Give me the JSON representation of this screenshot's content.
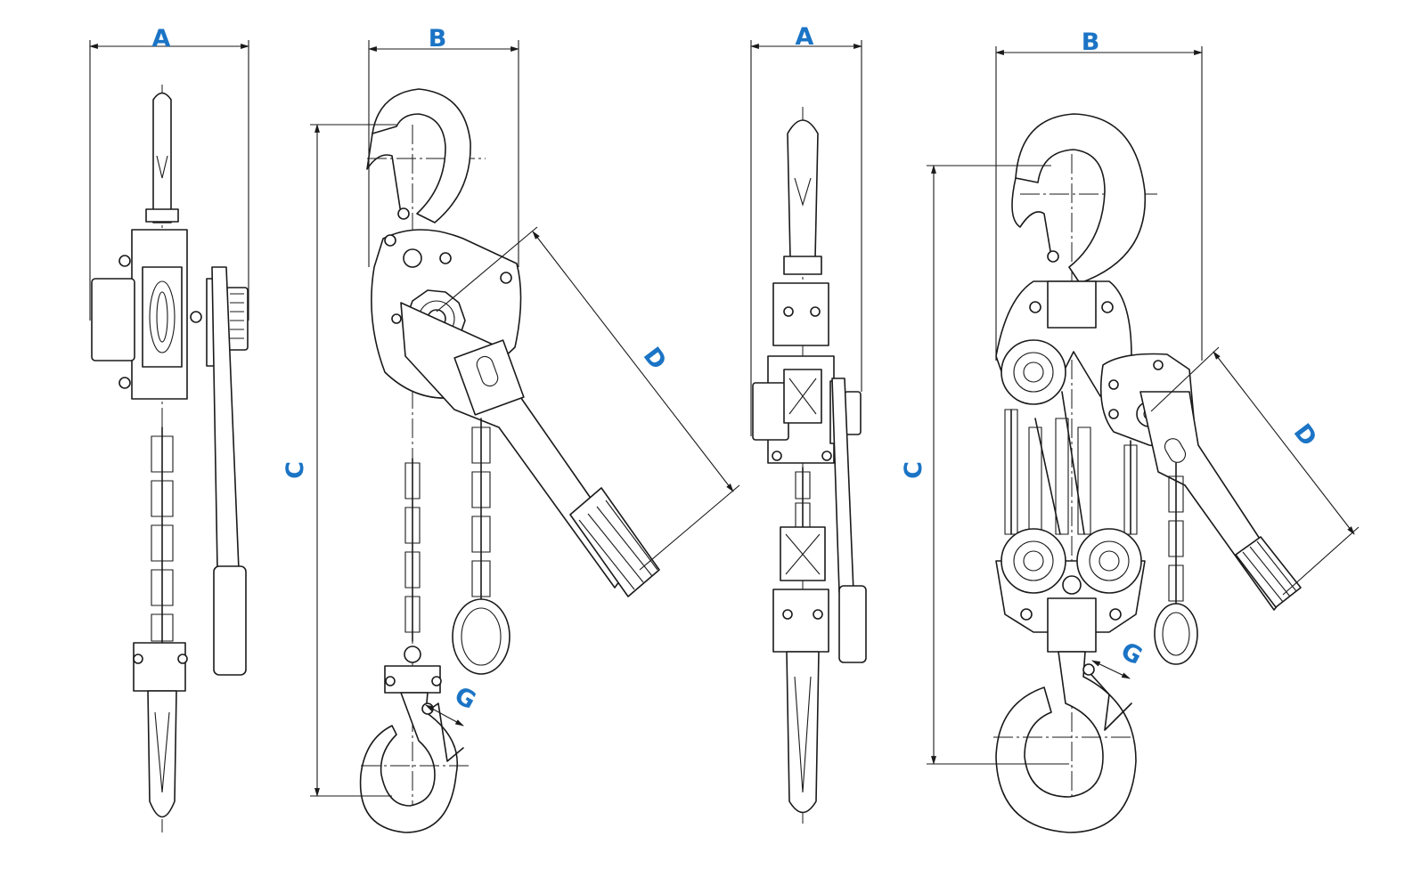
{
  "dimensions": {
    "a_label": "A",
    "b_label": "B",
    "c_label": "C",
    "d_label": "D",
    "g_label": "G"
  },
  "colors": {
    "label": "#1b74c5",
    "line": "#1a1a1a",
    "background": "#ffffff"
  }
}
